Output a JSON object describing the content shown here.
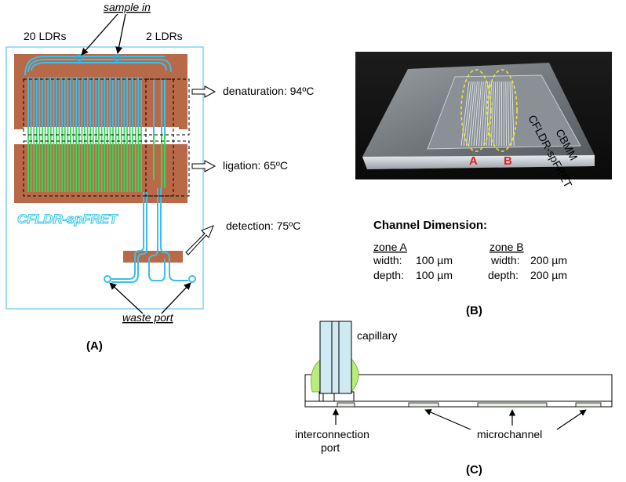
{
  "panel_a": {
    "label": "(A)",
    "sample_in": "sample in",
    "left_ldrs": "20 LDRs",
    "right_ldrs": "2 LDRs",
    "chip_name": "CFLDR-spFRET",
    "denaturation": "denaturation: 94ºC",
    "ligation": "ligation: 65ºC",
    "detection": "detection: 75ºC",
    "waste_port": "waste port",
    "colors": {
      "heater": "#b86a48",
      "channel_blue": "#3dbde8",
      "channel_green": "#3dd65a",
      "chip_outline": "#62c6ee"
    }
  },
  "panel_b": {
    "label": "(B)",
    "zone_label_a": "A",
    "zone_label_b": "B",
    "chip_text_1": "CFLDR-spFRET",
    "chip_text_2": "CBMM"
  },
  "channel_dimension": {
    "title": "Channel Dimension:",
    "zone_a": {
      "heading": "zone A",
      "width_label": "width:",
      "width": "100 µm",
      "depth_label": "depth:",
      "depth": "100 µm"
    },
    "zone_b": {
      "heading": "zone B",
      "width_label": "width:",
      "width": "200 µm",
      "depth_label": "depth:",
      "depth": "200 µm"
    }
  },
  "panel_c": {
    "label": "(C)",
    "capillary": "capillary",
    "interconnection_line1": "interconnection",
    "interconnection_line2": "port",
    "microchannel": "microchannel"
  }
}
